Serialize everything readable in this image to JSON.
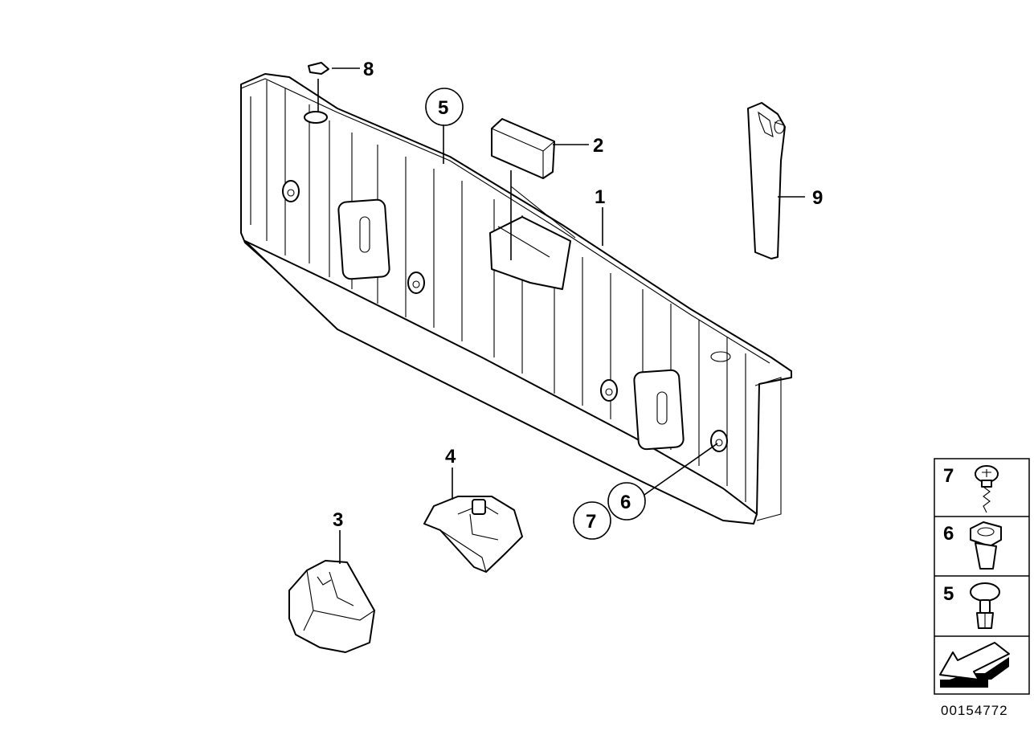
{
  "diagram_id": "00154772",
  "callouts": [
    {
      "id": "callout-8",
      "text": "8"
    },
    {
      "id": "callout-5",
      "text": "5"
    },
    {
      "id": "callout-2",
      "text": "2"
    },
    {
      "id": "callout-1",
      "text": "1"
    },
    {
      "id": "callout-9",
      "text": "9"
    },
    {
      "id": "callout-4",
      "text": "4"
    },
    {
      "id": "callout-3",
      "text": "3"
    },
    {
      "id": "callout-6",
      "text": "6"
    },
    {
      "id": "callout-7",
      "text": "7"
    }
  ],
  "legend": [
    {
      "id": "legend-7",
      "text": "7",
      "icon": "screw-icon"
    },
    {
      "id": "legend-6",
      "text": "6",
      "icon": "grommet-nut-icon"
    },
    {
      "id": "legend-5",
      "text": "5",
      "icon": "expanding-rivet-icon"
    },
    {
      "id": "legend-arrow",
      "text": "",
      "icon": "direction-arrow-icon"
    }
  ]
}
